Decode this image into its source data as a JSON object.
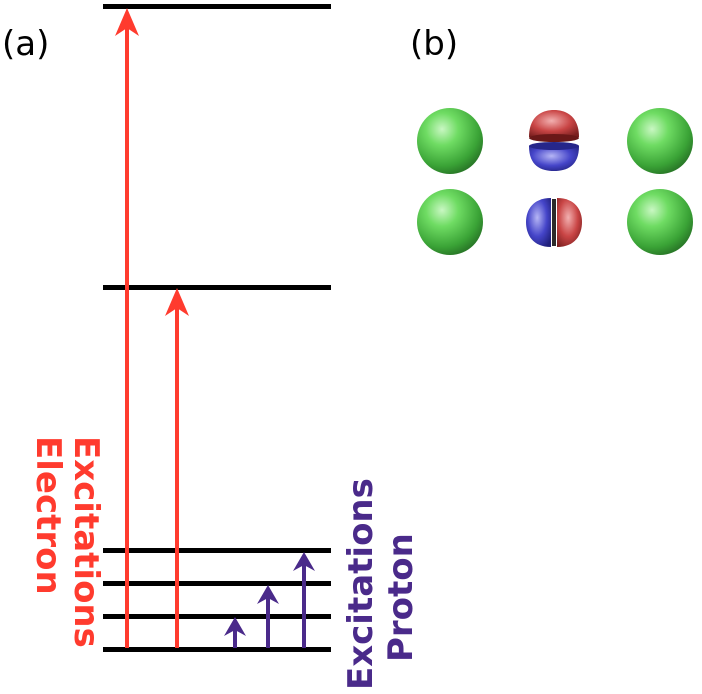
{
  "panels": {
    "a": {
      "label": "(a)"
    },
    "b": {
      "label": "(b)"
    }
  },
  "energy_diagram": {
    "electron_label": {
      "line1": "Electron",
      "line2": "Excitations",
      "color": "#ff3b2e"
    },
    "proton_label": {
      "line1": "Proton",
      "line2": "Excitations",
      "color": "#4a2a8a"
    },
    "level_color": "#000000"
  },
  "orbital_image": {
    "atom_color": "#5fd35a",
    "orbital_lobe_colors": [
      "#c83a3a",
      "#3a3ac8"
    ]
  }
}
